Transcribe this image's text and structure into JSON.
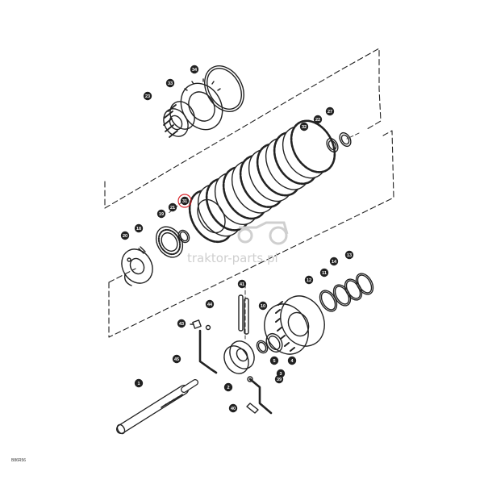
{
  "diagram": {
    "type": "exploded-parts-diagram",
    "highlight_color": "#d9252b",
    "line_color": "#222222",
    "callouts": [
      {
        "id": "34",
        "label": "34"
      },
      {
        "id": "33",
        "label": "33"
      },
      {
        "id": "23",
        "label": "23"
      },
      {
        "id": "32",
        "label": "32"
      },
      {
        "id": "22",
        "label": "22"
      },
      {
        "id": "27",
        "label": "27"
      },
      {
        "id": "31",
        "label": "31",
        "highlighted": true
      },
      {
        "id": "21",
        "label": "21"
      },
      {
        "id": "19",
        "label": "19"
      },
      {
        "id": "20",
        "label": "20"
      },
      {
        "id": "18",
        "label": "18"
      },
      {
        "id": "13",
        "label": "13"
      },
      {
        "id": "14",
        "label": "14"
      },
      {
        "id": "11",
        "label": "11"
      },
      {
        "id": "12",
        "label": "12"
      },
      {
        "id": "41",
        "label": "41"
      },
      {
        "id": "10",
        "label": "10"
      },
      {
        "id": "44",
        "label": "44"
      },
      {
        "id": "43",
        "label": "43"
      },
      {
        "id": "5",
        "label": "5"
      },
      {
        "id": "3",
        "label": "3"
      },
      {
        "id": "4",
        "label": "4"
      },
      {
        "id": "45",
        "label": "45"
      },
      {
        "id": "1",
        "label": "1"
      },
      {
        "id": "2",
        "label": "2"
      },
      {
        "id": "39",
        "label": "39"
      },
      {
        "id": "40",
        "label": "40"
      }
    ]
  },
  "watermark": "traktor-parts.pl",
  "figure_code": "B86R56"
}
